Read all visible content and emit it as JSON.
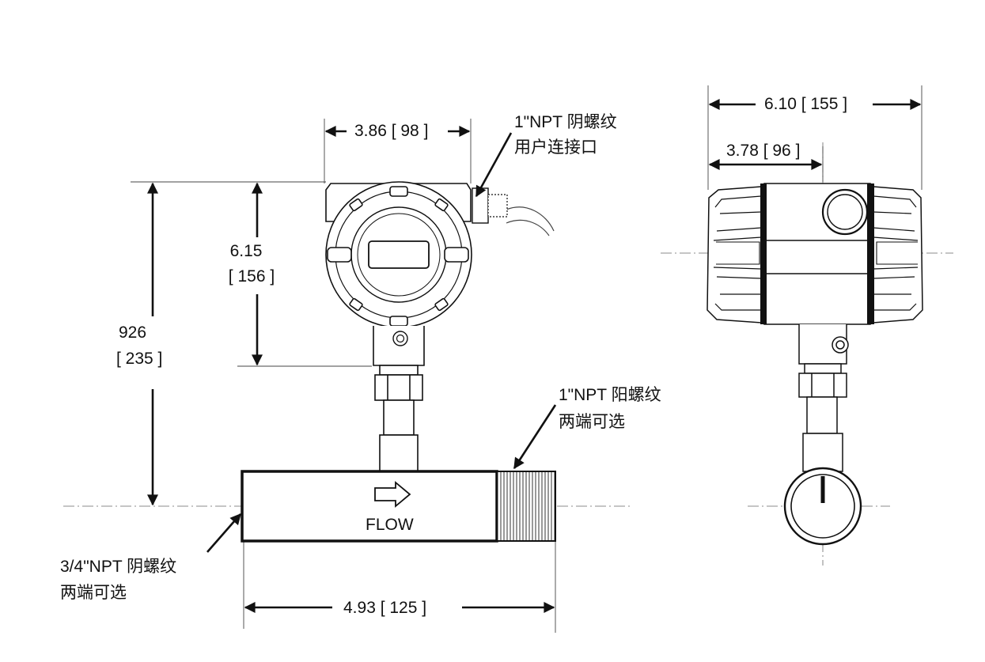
{
  "colors": {
    "ink": "#111111",
    "thin": "#444444",
    "threads": "#555555",
    "background": "#ffffff"
  },
  "front_view": {
    "width_dim": "3.86 [ 98 ]",
    "conduit_callout": {
      "line1": "1\"NPT 阴螺纹",
      "line2": "用户连接口"
    },
    "housing_height_dim": {
      "line1": "6.15",
      "line2": "[ 156 ]"
    },
    "overall_height_dim": {
      "line1": "926",
      "line2": "[ 235 ]"
    },
    "outlet_callout": {
      "line1": "1\"NPT 阳螺纹",
      "line2": "两端可选"
    },
    "flow_label": "FLOW",
    "inlet_callout": {
      "line1": "3/4\"NPT 阴螺纹",
      "line2": "两端可选"
    },
    "length_dim": "4.93 [ 125 ]"
  },
  "side_view": {
    "overall_width_dim": "6.10 [ 155 ]",
    "half_width_dim": "3.78 [ 96 ]"
  },
  "icons": [
    "flow-arrow-icon",
    "dimension-arrow-icon",
    "leader-arrow-icon"
  ]
}
